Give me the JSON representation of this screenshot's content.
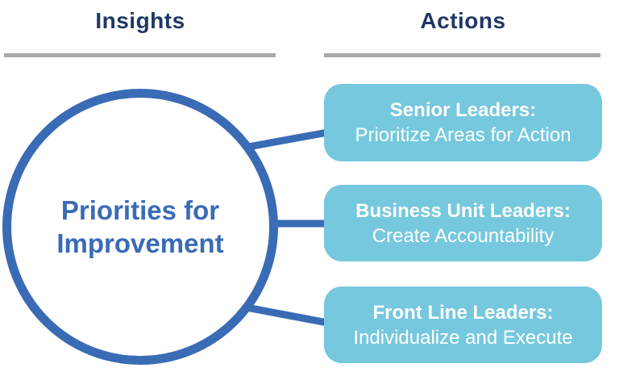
{
  "colors": {
    "navy": "#1F3864",
    "medium-blue": "#3A6BB5",
    "light-blue": "#76C8DE",
    "gray-rule": "#A9A9A9",
    "box-text": "#FFFFFF"
  },
  "columns": {
    "insights": {
      "header": "Insights"
    },
    "actions": {
      "header": "Actions"
    }
  },
  "circle": {
    "label_line1": "Priorities for",
    "label_line2": "Improvement"
  },
  "boxes": [
    {
      "title": "Senior Leaders:",
      "subtitle": "Prioritize Areas for Action"
    },
    {
      "title": "Business Unit Leaders:",
      "subtitle": "Create Accountability"
    },
    {
      "title": "Front Line Leaders:",
      "subtitle": "Individualize and Execute"
    }
  ]
}
